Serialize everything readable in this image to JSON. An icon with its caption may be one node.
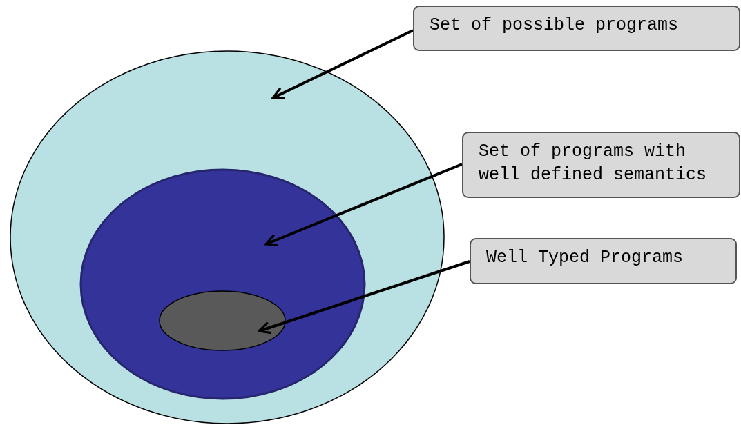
{
  "diagram": {
    "nodes": [
      {
        "text": [
          "Set of possible programs"
        ]
      },
      {
        "text": [],
        "shape": "ellipse"
      },
      {
        "text": [
          "Set of programs with well defined semantics"
        ]
      },
      {
        "text": [],
        "shape": "ellipse",
        "in": 1
      },
      {
        "text": [
          "Well Typed Programs"
        ]
      },
      {
        "text": [],
        "shape": "ellipse",
        "in": 3
      }
    ],
    "edges": [
      {
        "from": 0,
        "to": 1,
        "arrow": "to"
      },
      {
        "from": 2,
        "to": 3,
        "arrow": "to"
      },
      {
        "from": 4,
        "to": 5,
        "arrow": "to"
      }
    ]
  }
}
